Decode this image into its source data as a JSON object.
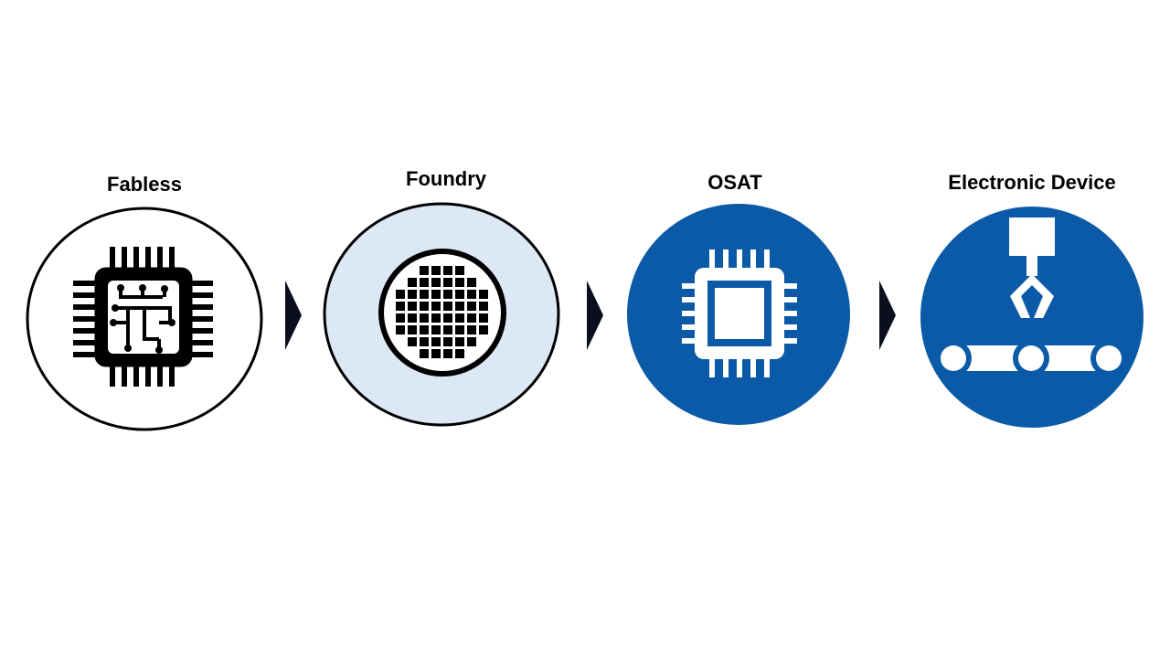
{
  "stages": [
    {
      "label": "Fabless",
      "icon": "chip-design-icon"
    },
    {
      "label": "Foundry",
      "icon": "wafer-icon"
    },
    {
      "label": "OSAT",
      "icon": "packaged-chip-icon"
    },
    {
      "label": "Electronic Device",
      "icon": "assembly-line-icon"
    }
  ],
  "colors": {
    "outline": "#000000",
    "foundry_fill": "#dce8f5",
    "brand_blue": "#0b5aa8",
    "arrow": "#0a0e1e"
  }
}
